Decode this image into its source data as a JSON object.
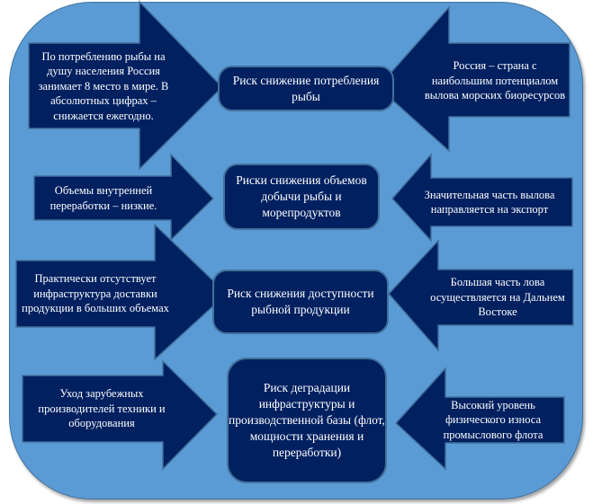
{
  "diagram": {
    "colors": {
      "background_panel": "#5b9bd5",
      "shape_fill": "#002060",
      "shape_border": "#41719c",
      "text": "#ffffff"
    },
    "rows": [
      {
        "risk": "Риск снижение потребления рыбы",
        "left_factor": "По потреблению рыбы на душу населения Россия занимает 8 место в мире. В абсолютных цифрах – снижается ежегодно.",
        "right_factor": "Россия – страна с наибольшим потенциалом вылова морских биоресурсов"
      },
      {
        "risk": "Риски снижения объемов добычи рыбы и морепродуктов",
        "left_factor": "Объемы внутренней переработки – низкие.",
        "right_factor": "Значительная часть вылова направляется на экспорт"
      },
      {
        "risk": "Риск снижения доступности рыбной продукции",
        "left_factor": "Практически отсутствует инфраструктура доставки продукции в больших объемах",
        "right_factor": "Большая часть лова осуществляется на Дальнем Востоке"
      },
      {
        "risk": "Риск деградации инфраструктуры и производственной базы (флот, мощности хранения и переработки)",
        "left_factor": "Уход зарубежных производителей техники и оборудования",
        "right_factor": "Высокий уровень физического износа промыслового флота"
      }
    ]
  }
}
